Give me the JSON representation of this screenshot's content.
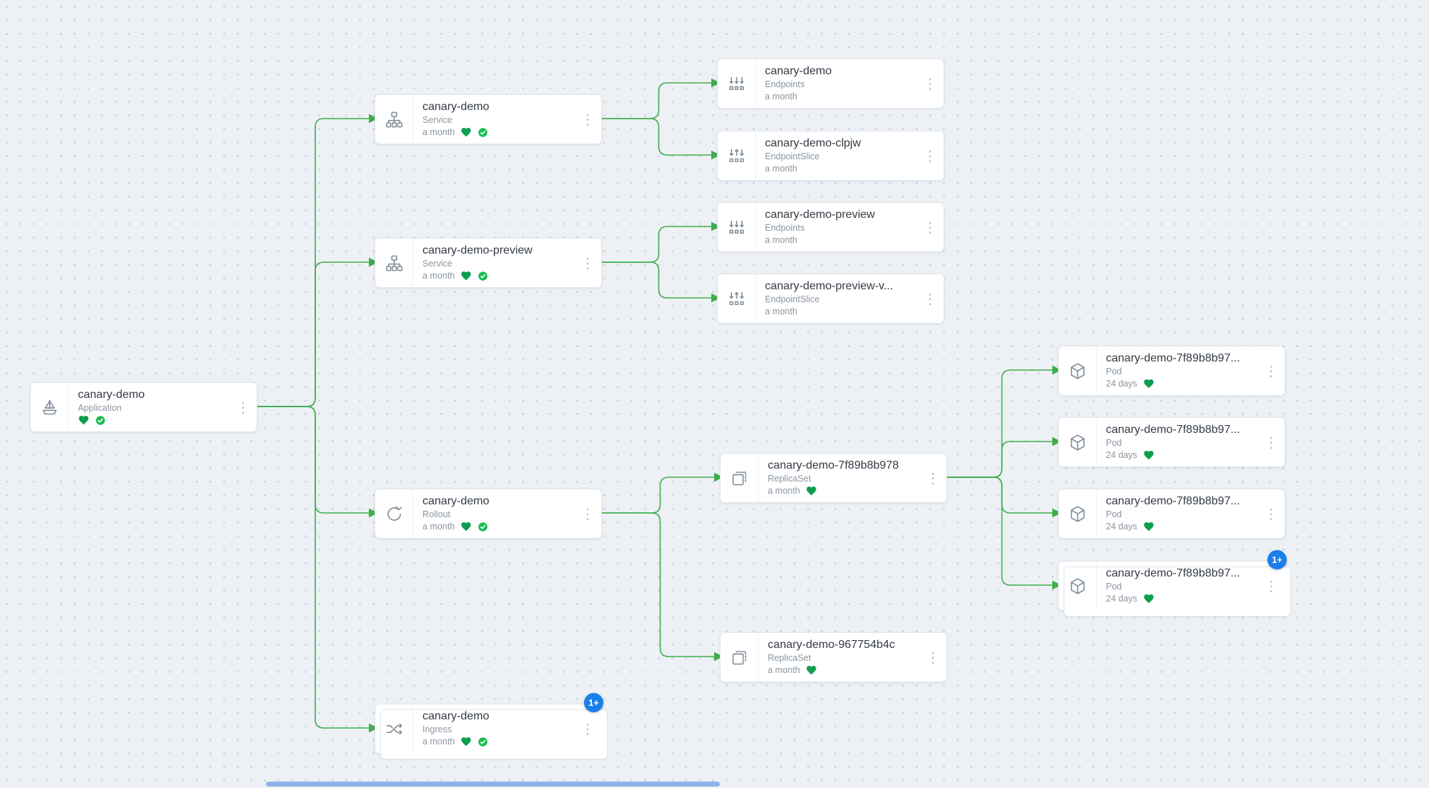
{
  "colors": {
    "edge": "#3eae4b",
    "health": "#0d9e4e",
    "synced": "#18be52",
    "badge": "#1a7fe8",
    "icon": "#7e8b96",
    "scrollbar": "#8fb3e8"
  },
  "ui": {
    "menu_glyph": "⋮"
  },
  "nodes": [
    {
      "id": "app",
      "title": "canary-demo",
      "kind": "Application",
      "age": null,
      "icon": "application-icon",
      "health": true,
      "synced": true,
      "badge": null,
      "stacked": false
    },
    {
      "id": "svc-canary",
      "title": "canary-demo",
      "kind": "Service",
      "age": "a month",
      "icon": "service-icon",
      "health": true,
      "synced": true,
      "badge": null,
      "stacked": false
    },
    {
      "id": "svc-preview",
      "title": "canary-demo-preview",
      "kind": "Service",
      "age": "a month",
      "icon": "service-icon",
      "health": true,
      "synced": true,
      "badge": null,
      "stacked": false
    },
    {
      "id": "rollout",
      "title": "canary-demo",
      "kind": "Rollout",
      "age": "a month",
      "icon": "rollout-icon",
      "health": true,
      "synced": true,
      "badge": null,
      "stacked": false
    },
    {
      "id": "ingress",
      "title": "canary-demo",
      "kind": "Ingress",
      "age": "a month",
      "icon": "ingress-icon",
      "health": true,
      "synced": true,
      "badge": "1+",
      "stacked": true
    },
    {
      "id": "ep-canary",
      "title": "canary-demo",
      "kind": "Endpoints",
      "age": "a month",
      "icon": "endpoints-icon",
      "health": false,
      "synced": false,
      "badge": null,
      "stacked": false
    },
    {
      "id": "eps-canary",
      "title": "canary-demo-clpjw",
      "kind": "EndpointSlice",
      "age": "a month",
      "icon": "endpointslice-icon",
      "health": false,
      "synced": false,
      "badge": null,
      "stacked": false
    },
    {
      "id": "ep-preview",
      "title": "canary-demo-preview",
      "kind": "Endpoints",
      "age": "a month",
      "icon": "endpoints-icon",
      "health": false,
      "synced": false,
      "badge": null,
      "stacked": false
    },
    {
      "id": "eps-preview",
      "title": "canary-demo-preview-v...",
      "kind": "EndpointSlice",
      "age": "a month",
      "icon": "endpointslice-icon",
      "health": false,
      "synced": false,
      "badge": null,
      "stacked": false
    },
    {
      "id": "rs-7f89",
      "title": "canary-demo-7f89b8b978",
      "kind": "ReplicaSet",
      "age": "a month",
      "icon": "replicaset-icon",
      "health": true,
      "synced": false,
      "badge": null,
      "stacked": false
    },
    {
      "id": "rs-9677",
      "title": "canary-demo-967754b4c",
      "kind": "ReplicaSet",
      "age": "a month",
      "icon": "replicaset-icon",
      "health": true,
      "synced": false,
      "badge": null,
      "stacked": false
    },
    {
      "id": "pod-1",
      "title": "canary-demo-7f89b8b97...",
      "kind": "Pod",
      "age": "24 days",
      "icon": "pod-icon",
      "health": true,
      "synced": false,
      "badge": null,
      "stacked": false
    },
    {
      "id": "pod-2",
      "title": "canary-demo-7f89b8b97...",
      "kind": "Pod",
      "age": "24 days",
      "icon": "pod-icon",
      "health": true,
      "synced": false,
      "badge": null,
      "stacked": false
    },
    {
      "id": "pod-3",
      "title": "canary-demo-7f89b8b97...",
      "kind": "Pod",
      "age": "24 days",
      "icon": "pod-icon",
      "health": true,
      "synced": false,
      "badge": null,
      "stacked": false
    },
    {
      "id": "pod-4",
      "title": "canary-demo-7f89b8b97...",
      "kind": "Pod",
      "age": "24 days",
      "icon": "pod-icon",
      "health": true,
      "synced": false,
      "badge": "1+",
      "stacked": true
    }
  ],
  "edges": [
    [
      "app",
      "svc-canary"
    ],
    [
      "app",
      "svc-preview"
    ],
    [
      "app",
      "rollout"
    ],
    [
      "app",
      "ingress"
    ],
    [
      "svc-canary",
      "ep-canary"
    ],
    [
      "svc-canary",
      "eps-canary"
    ],
    [
      "svc-preview",
      "ep-preview"
    ],
    [
      "svc-preview",
      "eps-preview"
    ],
    [
      "rollout",
      "rs-7f89"
    ],
    [
      "rollout",
      "rs-9677"
    ],
    [
      "rs-7f89",
      "pod-1"
    ],
    [
      "rs-7f89",
      "pod-2"
    ],
    [
      "rs-7f89",
      "pod-3"
    ],
    [
      "rs-7f89",
      "pod-4"
    ]
  ]
}
